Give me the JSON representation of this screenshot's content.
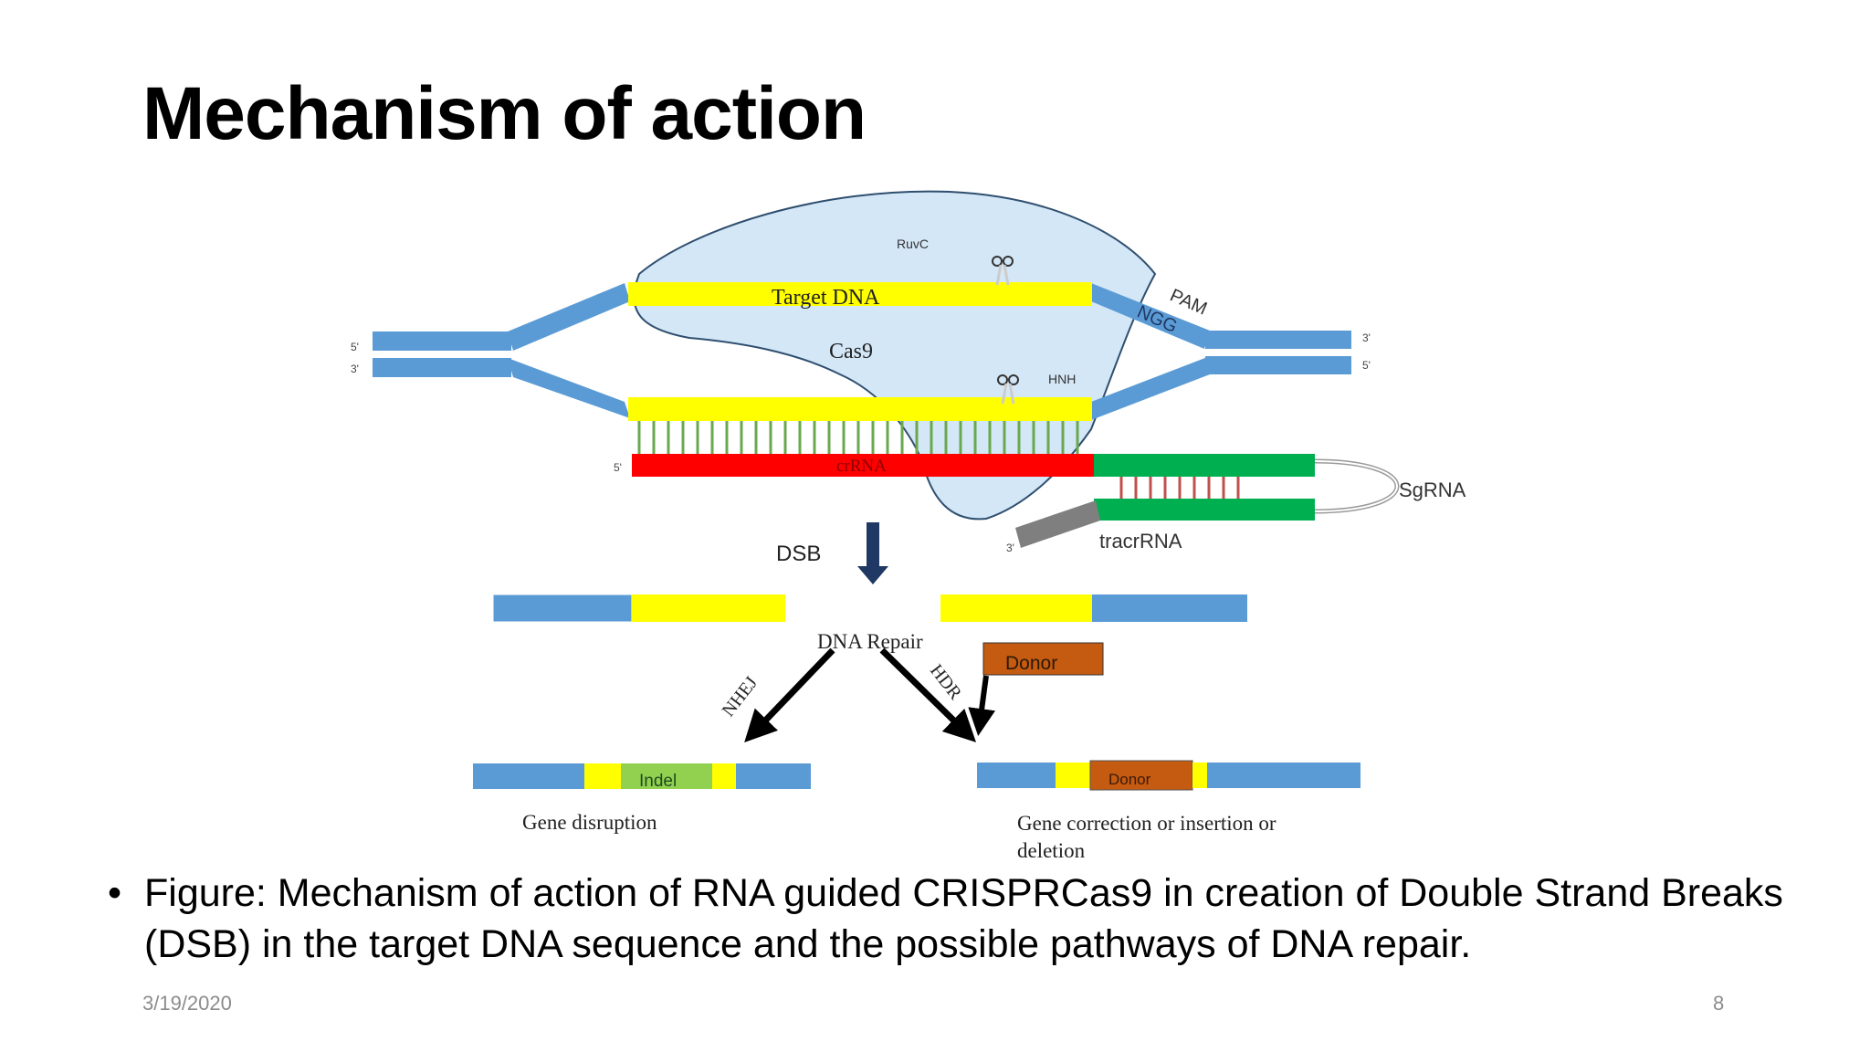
{
  "slide": {
    "title": "Mechanism of action",
    "caption": "Figure: Mechanism of action of RNA guided CRISPRCas9 in creation of Double Strand Breaks (DSB) in the target DNA sequence and the possible pathways of DNA repair.",
    "date": "3/19/2020",
    "page_number": "8"
  },
  "figure": {
    "labels": {
      "ruvc": "RuvC",
      "target_dna": "Target DNA",
      "cas9": "Cas9",
      "pam": "PAM",
      "ngg": "NGG",
      "hnh": "HNH",
      "crrna": "crRNA",
      "sgrna": "SgRNA",
      "tracrrna": "tracrRNA",
      "dsb": "DSB",
      "dna_repair": "DNA Repair",
      "donor_box": "Donor",
      "nhej": "NHEJ",
      "hdr": "HDR",
      "indel": "Indel",
      "donor_insert": "Donor",
      "gene_disruption": "Gene disruption",
      "gene_correction_line1": "Gene correction or insertion or",
      "gene_correction_line2": "deletion",
      "end_5_top_left": "5'",
      "end_3_bottom_left": "3'",
      "end_3_top_right": "3'",
      "end_5_bottom_right": "5'",
      "crrna_5": "5'",
      "tracr_3": "3'"
    },
    "colors": {
      "dna_blue": "#5b9bd5",
      "target_yellow": "#ffff00",
      "crrna_red": "#ff0000",
      "sgrna_green": "#00b050",
      "cas9_fill": "#d4e7f7",
      "cas9_stroke": "#2f4f6f",
      "donor_orange": "#c55a11",
      "indel_green": "#92d050",
      "arrow_navy": "#1f3864",
      "tracr_gray": "#7f7f7f"
    }
  }
}
